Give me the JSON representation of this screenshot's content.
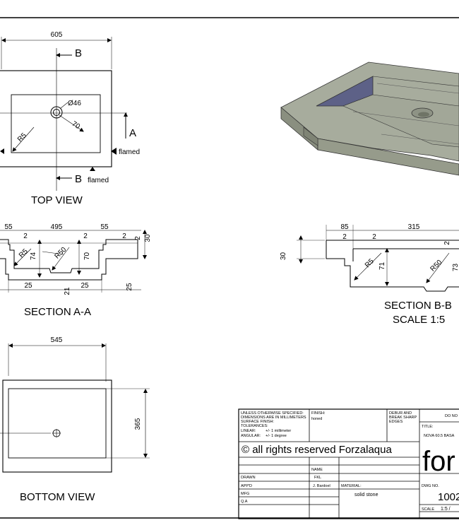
{
  "top_view": {
    "title": "TOP VIEW",
    "width_dim": "605",
    "section_b_label": "B",
    "section_a_label": "A",
    "hole_dim": "Ø46",
    "hole_offset_dim": "70",
    "radius_dim": "R5",
    "note_flamed": "flamed"
  },
  "section_aa": {
    "title": "SECTION A-A",
    "dims_top": [
      "55",
      "2",
      "495",
      "2",
      "55",
      "2",
      "2",
      "30"
    ],
    "radius_left": "R5",
    "radius_drain": "R50",
    "depth_74": "74",
    "depth_70": "70",
    "bottom_left": "25",
    "bottom_mid": "21",
    "bottom_mid2": "25",
    "bottom_right": "25"
  },
  "section_bb": {
    "title": "SECTION B-B",
    "scale": "SCALE 1:5",
    "dims_top": [
      "85",
      "2",
      "2",
      "315",
      "2"
    ],
    "left_30": "30",
    "radius_left": "R5",
    "depth_71": "71",
    "radius_drain": "R50",
    "depth_73": "73"
  },
  "bottom_view": {
    "title": "BOTTOM VIEW",
    "width_dim": "545",
    "height_dim": "365"
  },
  "title_block": {
    "notes": [
      "UNLESS OTHERWISE SPECIFIED:",
      "DIMENSIONS ARE IN MILLIMETERS",
      "SURFACE FINISH:",
      "TOLERANCES:",
      "LINEAR:",
      "ANGULAR:"
    ],
    "linear_tol": "+/- 1 millimeter",
    "angular_tol": "+/- 1 degree",
    "finish_label": "FINISH:",
    "finish_value": "honed",
    "deburr": [
      "DEBUR AND",
      "BREAK SHARP",
      "EDGES"
    ],
    "do_not": "DO NO",
    "title_label": "TITLE:",
    "title_value": "NOVA 60.5 BASA",
    "copyright": "© all rights reserved Forzalaqua",
    "logo_text": "for",
    "name_label": "NAME",
    "rows": [
      "DRAWN",
      "APP'D",
      "MFG",
      "Q.A"
    ],
    "drawn_name": "FKL",
    "appd_name": "J. Bardoel",
    "material_label": "MATERIAL:",
    "material_value": "solid stone",
    "dwg_label": "DWG NO.",
    "dwg_value": "1002",
    "scale_label": "SCALE",
    "scale_value": "1:5 / "
  },
  "colors": {
    "basin_top": "#a7ac9d",
    "basin_side": "#8a8f80",
    "basin_inner": "#5d6187",
    "line": "#000000"
  }
}
